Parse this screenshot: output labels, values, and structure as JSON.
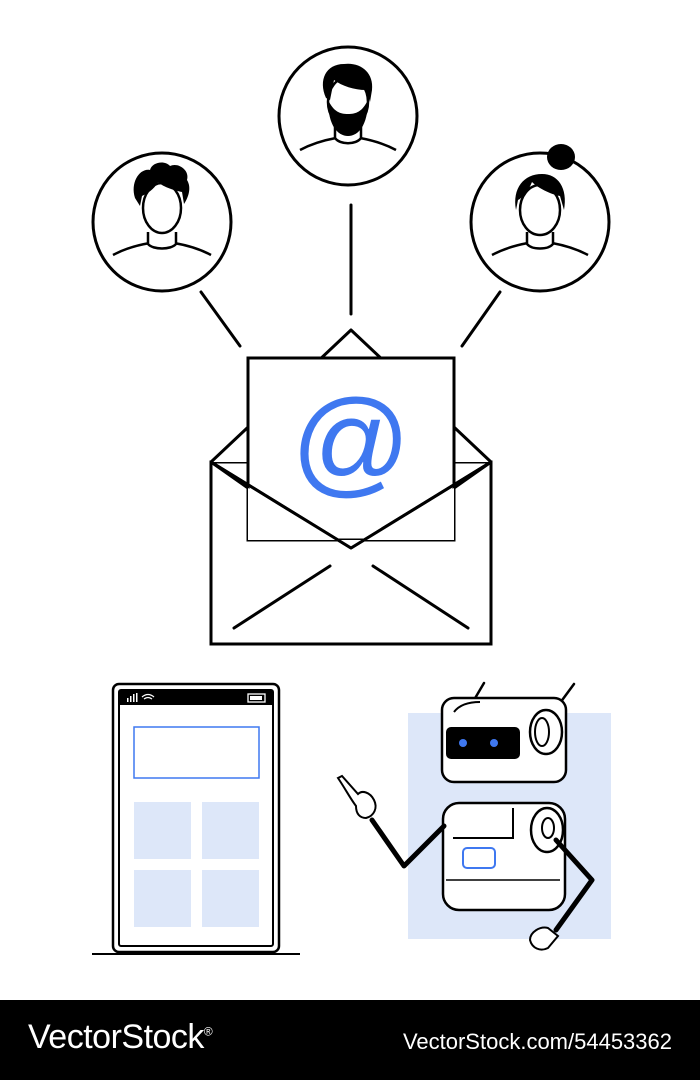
{
  "illustration": {
    "email_symbol": "@",
    "icons": [
      "user-avatar-curly-hair",
      "user-avatar-bearded",
      "user-avatar-bun",
      "envelope-icon",
      "smartphone-icon",
      "robot-icon"
    ],
    "colors": {
      "accent": "#3f78f0",
      "accent_light": "#dde7f9",
      "line": "#000000",
      "background": "#ffffff"
    }
  },
  "watermark": {
    "brand": "VectorStock",
    "registered_mark": "®",
    "image_id": "VectorStock.com/54453362"
  }
}
